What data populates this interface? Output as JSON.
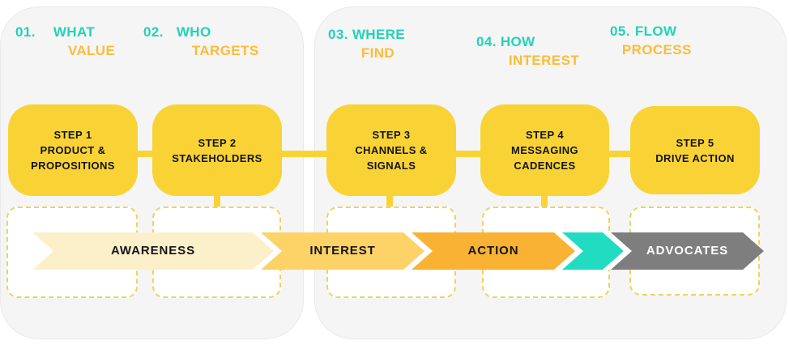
{
  "headers": [
    {
      "number": "01.",
      "line1": "WHAT",
      "line2": "VALUE"
    },
    {
      "number": "02.",
      "line1": "WHO",
      "line2": "TARGETS"
    },
    {
      "number": "03.",
      "line1": "WHERE",
      "line2": "FIND"
    },
    {
      "number": "04.",
      "line1": "HOW",
      "line2": "INTEREST"
    },
    {
      "number": "05.",
      "line1": "FLOW",
      "line2": "PROCESS"
    }
  ],
  "steps": [
    {
      "lines": [
        "STEP 1",
        "PRODUCT &",
        "PROPOSITIONS"
      ]
    },
    {
      "lines": [
        "STEP 2",
        "STAKEHOLDERS"
      ]
    },
    {
      "lines": [
        "STEP 3",
        "CHANNELS &",
        "SIGNALS"
      ]
    },
    {
      "lines": [
        "STEP 4",
        "MESSAGING",
        "CADENCES"
      ]
    },
    {
      "lines": [
        "STEP 5",
        "DRIVE ACTION"
      ]
    }
  ],
  "funnel": {
    "stages": [
      {
        "label": "AWARENESS",
        "fill": "#FCF0CB",
        "text_color": "#141414"
      },
      {
        "label": "INTEREST",
        "fill": "#FDD368",
        "text_color": "#141414"
      },
      {
        "label": "ACTION",
        "fill": "#F9B233",
        "text_color": "#141414"
      },
      {
        "label": "",
        "fill": "#21DCC0",
        "text_color": "#141414"
      },
      {
        "label": "ADVOCATES",
        "fill": "#7E7E7E",
        "text_color": "#FFFFFF"
      }
    ]
  },
  "colors": {
    "teal_accent": "#1FD4B6",
    "yellow_accent": "#FDBC33",
    "step_box_yellow": "#F9D336",
    "connector_yellow": "#F9D336",
    "dashed_border_yellow": "#F0D25F",
    "panel_background": "#F5F5F6",
    "panel_border": "#E9E9EB",
    "text_black": "#141414",
    "gap_white": "#FFFFFF"
  }
}
